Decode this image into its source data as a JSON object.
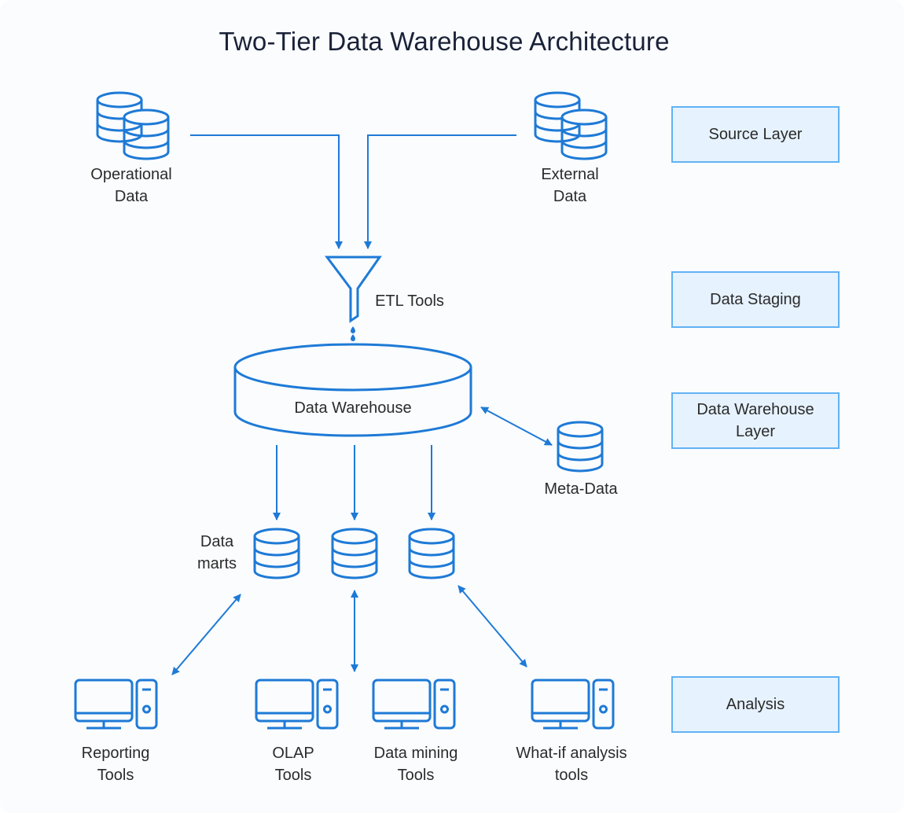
{
  "title": "Two-Tier Data Warehouse Architecture",
  "colors": {
    "accent": "#1e7ad6",
    "layer_fill": "#e6f2fe",
    "layer_border": "#61b2f5",
    "text": "#2b2b2b",
    "title": "#1a2238",
    "background": "#fafcfe"
  },
  "sources": {
    "operational": {
      "icon": "database-stack-icon",
      "line1": "Operational",
      "line2": "Data"
    },
    "external": {
      "icon": "database-stack-icon",
      "line1": "External",
      "line2": "Data"
    }
  },
  "etl": {
    "icon": "funnel-icon",
    "label": "ETL Tools"
  },
  "warehouse": {
    "icon": "cylinder-icon",
    "label": "Data Warehouse"
  },
  "metadata": {
    "icon": "database-icon",
    "label": "Meta-Data"
  },
  "data_marts": {
    "line1": "Data",
    "line2": "marts",
    "count": 3,
    "icon": "database-icon"
  },
  "tools": [
    {
      "icon": "desktop-computer-icon",
      "line1": "Reporting",
      "line2": "Tools"
    },
    {
      "icon": "desktop-computer-icon",
      "line1": "OLAP",
      "line2": "Tools"
    },
    {
      "icon": "desktop-computer-icon",
      "line1": "Data mining",
      "line2": "Tools"
    },
    {
      "icon": "desktop-computer-icon",
      "line1": "What-if analysis",
      "line2": "tools"
    }
  ],
  "layers": [
    {
      "line1": "Source Layer",
      "line2": ""
    },
    {
      "line1": "Data Staging",
      "line2": ""
    },
    {
      "line1": "Data Warehouse",
      "line2": "Layer"
    },
    {
      "line1": "Analysis",
      "line2": ""
    }
  ]
}
